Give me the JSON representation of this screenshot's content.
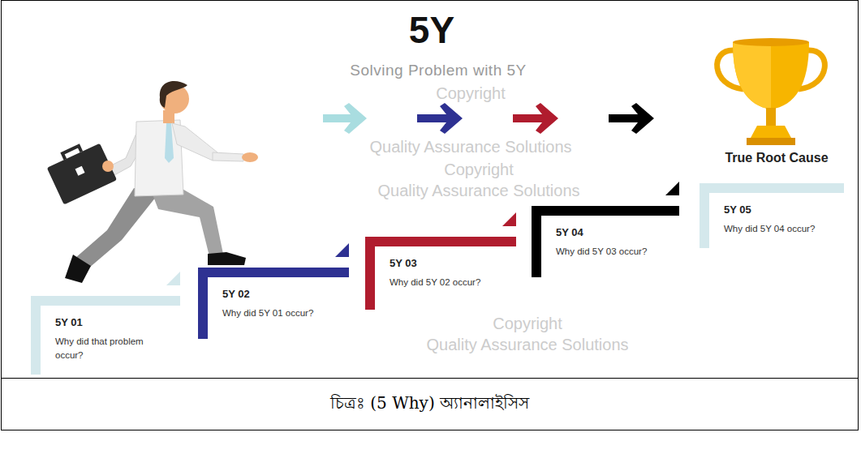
{
  "diagram": {
    "title": "5Y",
    "caption": "চিত্রঃ (5 Why) অ্যানালাইসিস",
    "nodes": [
      {
        "text": [
          "5Y 01",
          "Why did that problem occur?"
        ]
      },
      {
        "text": [
          "5Y 02",
          "Why did 5Y 01 occur?"
        ]
      },
      {
        "text": [
          "5Y 03",
          "Why did 5Y 02 occur?"
        ]
      },
      {
        "text": [
          "5Y 04",
          "Why did 5Y 03 occur?"
        ]
      },
      {
        "text": [
          "5Y 05",
          "Why did 5Y 04 occur?"
        ]
      }
    ],
    "labels": [
      "Solving Problem with 5Y",
      "Copyright",
      "Quality Assurance Solutions",
      "True Root Cause",
      "Copyright",
      "Quality Assurance Solutions",
      "Copyright",
      "Quality Assurance Solutions"
    ]
  }
}
